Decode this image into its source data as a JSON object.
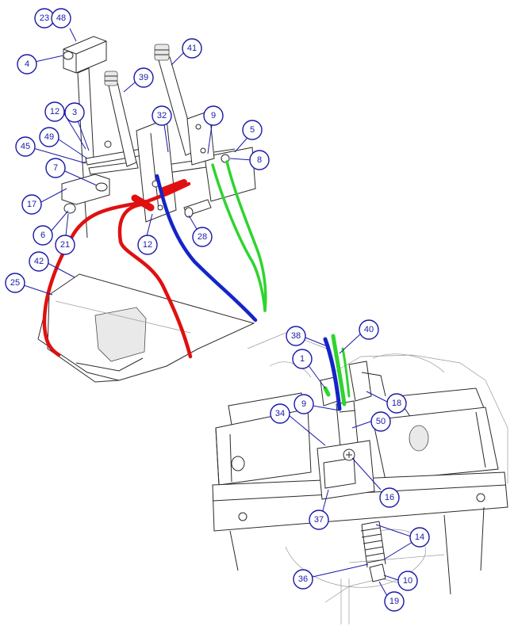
{
  "colors": {
    "callout": "#1a1aa8",
    "red_cable": "#e01010",
    "blue_cable": "#1525c8",
    "green_cable": "#2fd42f",
    "line": "#2a2a2a"
  },
  "callouts": [
    {
      "id": "c23",
      "label": "23"
    },
    {
      "id": "c48",
      "label": "48"
    },
    {
      "id": "c4",
      "label": "4"
    },
    {
      "id": "c41",
      "label": "41"
    },
    {
      "id": "c39",
      "label": "39"
    },
    {
      "id": "c12a",
      "label": "12"
    },
    {
      "id": "c3",
      "label": "3"
    },
    {
      "id": "c32",
      "label": "32"
    },
    {
      "id": "c9a",
      "label": "9"
    },
    {
      "id": "c5",
      "label": "5"
    },
    {
      "id": "c49",
      "label": "49"
    },
    {
      "id": "c45",
      "label": "45"
    },
    {
      "id": "c8",
      "label": "8"
    },
    {
      "id": "c7",
      "label": "7"
    },
    {
      "id": "c17",
      "label": "17"
    },
    {
      "id": "c6",
      "label": "6"
    },
    {
      "id": "c21",
      "label": "21"
    },
    {
      "id": "c12b",
      "label": "12"
    },
    {
      "id": "c28",
      "label": "28"
    },
    {
      "id": "c42",
      "label": "42"
    },
    {
      "id": "c25",
      "label": "25"
    },
    {
      "id": "c38",
      "label": "38"
    },
    {
      "id": "c40",
      "label": "40"
    },
    {
      "id": "c1",
      "label": "1"
    },
    {
      "id": "c18",
      "label": "18"
    },
    {
      "id": "c9b",
      "label": "9"
    },
    {
      "id": "c34",
      "label": "34"
    },
    {
      "id": "c50",
      "label": "50"
    },
    {
      "id": "c16",
      "label": "16"
    },
    {
      "id": "c37",
      "label": "37"
    },
    {
      "id": "c14",
      "label": "14"
    },
    {
      "id": "c36",
      "label": "36"
    },
    {
      "id": "c10",
      "label": "10"
    },
    {
      "id": "c19",
      "label": "19"
    }
  ]
}
